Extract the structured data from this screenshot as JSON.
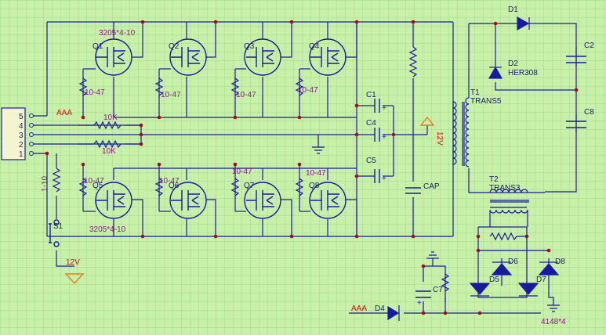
{
  "colors": {
    "background": "#c8f0a8",
    "grid": "#a6d890",
    "wire": "#1a1aa0",
    "component": "#1a1aa0",
    "junction": "#a01010",
    "label_designator": "#1a1a6e",
    "label_value": "#8a1a8a",
    "label_red": "#d01010",
    "ground_orange": "#e08020"
  },
  "connector": {
    "pins": [
      "5",
      "4",
      "3",
      "2",
      "1"
    ]
  },
  "labels": {
    "q1": "Q1",
    "q2": "Q2",
    "q3": "Q3",
    "q4": "Q4",
    "q5": "Q5",
    "q6": "Q6",
    "q7": "Q7",
    "q8": "Q8",
    "top_value": "3205*4-10",
    "bottom_value": "3205*4-10",
    "r_gate": "10-47",
    "r10k": "10K",
    "r110": "1-10",
    "aaa": "AAA",
    "s1": "S1",
    "v12": "12V",
    "c1": "C1",
    "c4": "C4",
    "c5": "C5",
    "cap": "CAP",
    "t1": "T1",
    "trans5": "TRANS5",
    "t2": "T2",
    "trans3": "TRANS3",
    "d1": "D1",
    "d2": "D2",
    "her308": "HER308",
    "c2": "C2",
    "c8": "C8",
    "d4": "D4",
    "d5": "D5",
    "d6": "D6",
    "d7": "D7",
    "d8": "D8",
    "c7": "C7",
    "diode_value": "4148*4"
  }
}
